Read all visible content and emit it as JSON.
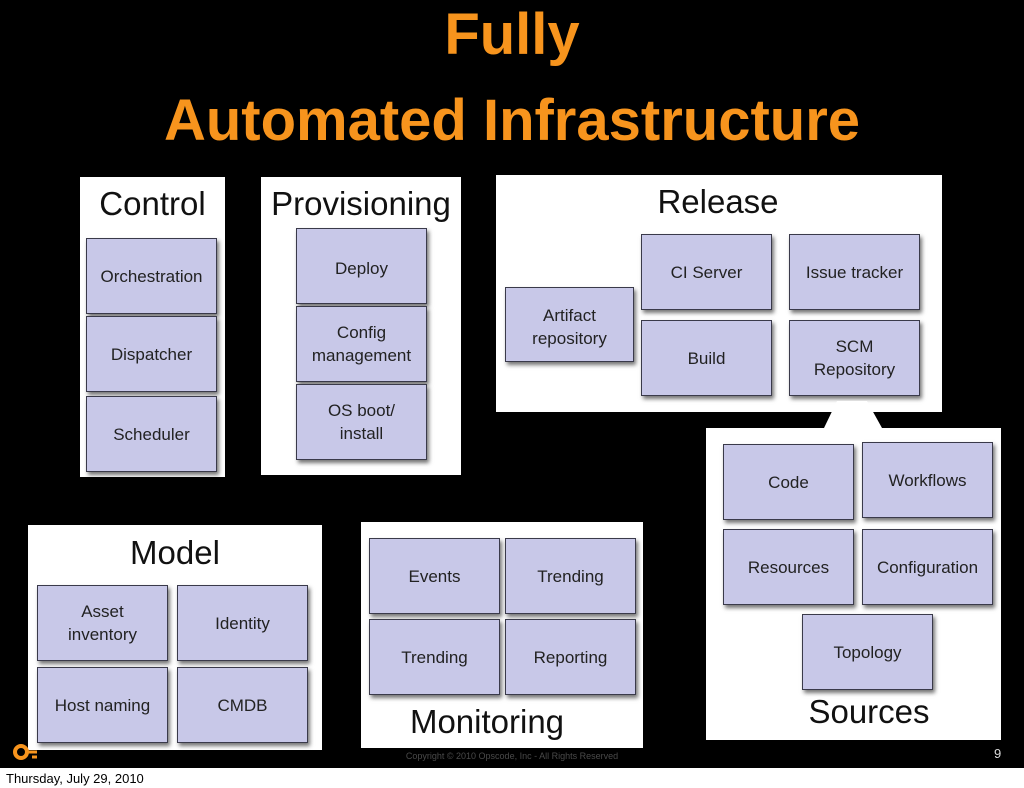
{
  "title": {
    "line1": "Fully",
    "line2": "Automated Infrastructure"
  },
  "control": {
    "heading": "Control",
    "items": [
      "Orchestration",
      "Dispatcher",
      "Scheduler"
    ]
  },
  "provisioning": {
    "heading": "Provisioning",
    "items": [
      "Deploy",
      "Config\nmanagement",
      "OS boot/\ninstall"
    ]
  },
  "release": {
    "heading": "Release",
    "items": [
      "Artifact\nrepository",
      "CI Server",
      "Build",
      "Issue tracker",
      "SCM\nRepository"
    ]
  },
  "sources": {
    "heading": "Sources",
    "items": [
      "Code",
      "Workflows",
      "Resources",
      "Configuration",
      "Topology"
    ]
  },
  "model": {
    "heading": "Model",
    "items": [
      "Asset\ninventory",
      "Identity",
      "Host naming",
      "CMDB"
    ]
  },
  "monitoring": {
    "heading": "Monitoring",
    "items": [
      "Events",
      "Trending",
      "Trending",
      "Reporting"
    ]
  },
  "footer": {
    "copyright": "Copyright © 2010 Opscode, Inc - All Rights Reserved",
    "page_number": "9",
    "date": "Thursday, July 29, 2010"
  },
  "colors": {
    "title": "#f7941d",
    "box_fill": "#c8c8e8",
    "background": "#000000"
  },
  "icons": {
    "logo": "opscode-logo-icon"
  }
}
